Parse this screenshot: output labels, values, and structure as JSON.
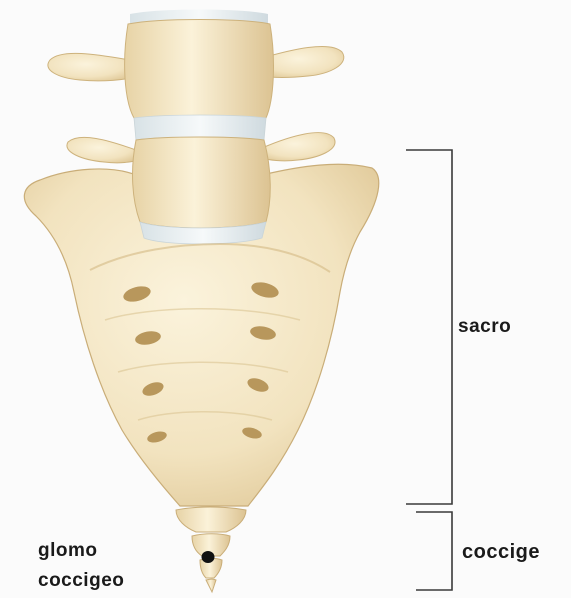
{
  "labels": {
    "sacrum": "sacro",
    "coccyx": "coccige",
    "coccygeal_body_line1": "glomo",
    "coccygeal_body_line2": "coccigeo"
  },
  "colors": {
    "bone_fill": "#f3e6c6",
    "bone_shade": "#e2cd9f",
    "bone_dark": "#c4a872",
    "disc": "#e9eef0",
    "bracket": "#3a3a3a",
    "glomus_dot": "#111111"
  },
  "illustration": {
    "structures": [
      "lumbar vertebrae",
      "intervertebral discs",
      "sacrum",
      "sacral foramina",
      "coccyx",
      "coccygeal body"
    ]
  }
}
